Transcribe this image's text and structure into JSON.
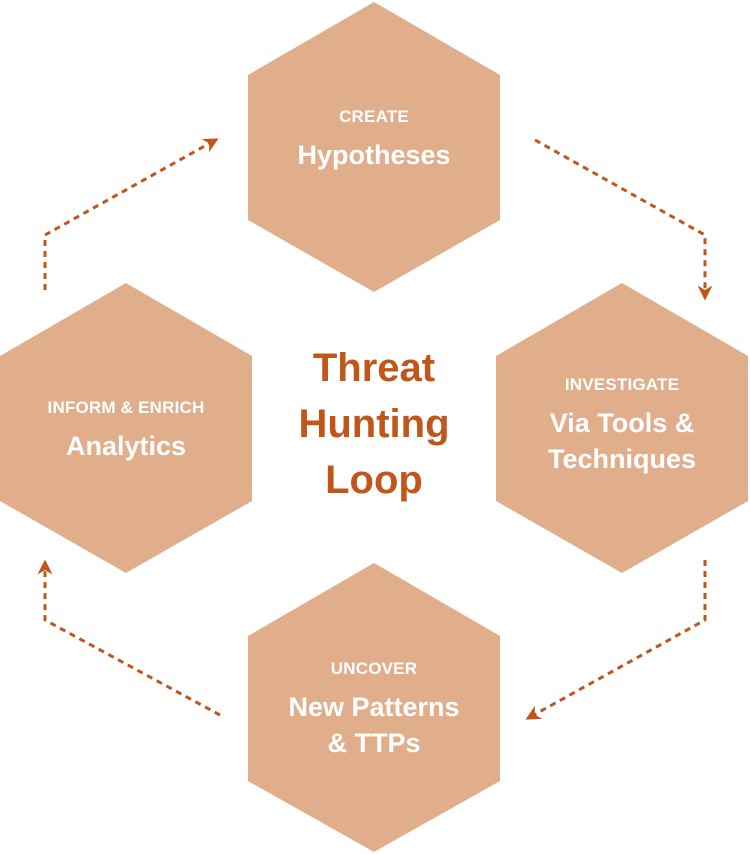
{
  "title": "Threat Hunting Loop",
  "title_lines": [
    "Threat",
    "Hunting",
    "Loop"
  ],
  "steps": [
    {
      "kicker": "CREATE",
      "label_lines": [
        "Hypotheses"
      ]
    },
    {
      "kicker": "INVESTIGATE",
      "label_lines": [
        "Via Tools &",
        "Techniques"
      ]
    },
    {
      "kicker": "UNCOVER",
      "label_lines": [
        "New Patterns",
        "& TTPs"
      ]
    },
    {
      "kicker": "INFORM & ENRICH",
      "label_lines": [
        "Analytics"
      ]
    }
  ],
  "colors": {
    "hex_fill": "#E0AE8B",
    "accent": "#C0561A",
    "text_on_hex": "#FFFFFF"
  }
}
